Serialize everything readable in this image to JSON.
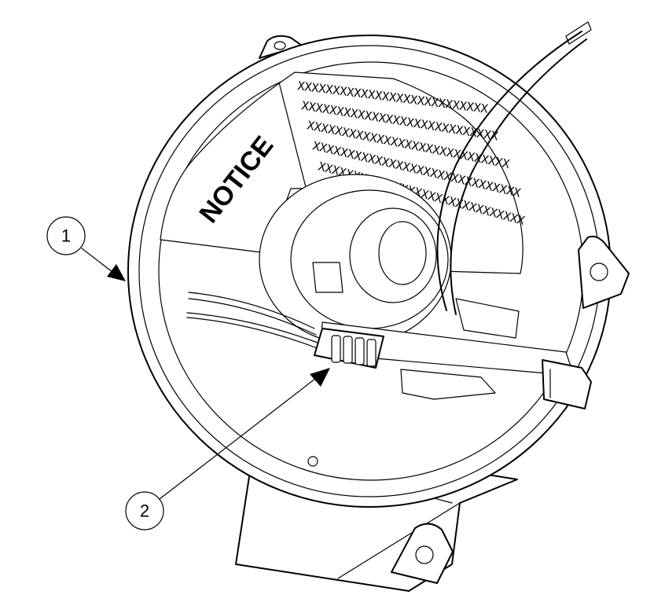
{
  "diagram": {
    "notice_label": "NOTICE",
    "x_rows": [
      "XXXXXXXXXXXXXXXXXXXXXXXXXXX",
      "XXXXXXXXXXXXXXXXXXXXXXXXXXXX",
      "XXXXXXXXXXXXXXXXXXXXXXXXXXXXX",
      "XXXXXXXXXXXXXXXXXXXXXXXXXXXXXX",
      "XXXXXXXXXXXXXXXXXXXXXXXXXXXXXX"
    ],
    "callouts": [
      {
        "label": "1"
      },
      {
        "label": "2"
      }
    ]
  }
}
